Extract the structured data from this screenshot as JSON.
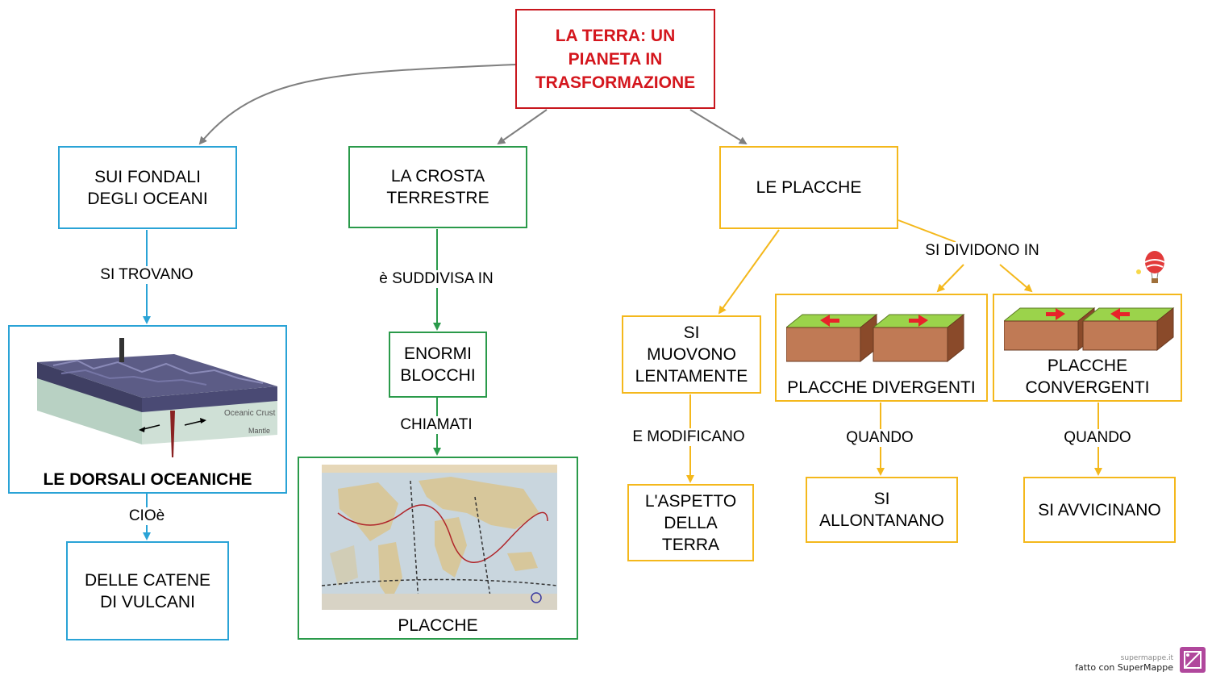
{
  "root": {
    "line1": "LA TERRA: UN",
    "line2": "PIANETA IN",
    "line3": "TRASFORMAZIONE"
  },
  "nodes": {
    "fondali": [
      "SUI FONDALI",
      "DEGLI OCEANI"
    ],
    "dorsali": "LE DORSALI OCEANICHE",
    "catene": [
      "DELLE CATENE",
      "DI VULCANI"
    ],
    "crosta": [
      "LA CROSTA",
      "TERRESTRE"
    ],
    "blocchi": [
      "ENORMI",
      "BLOCCHI"
    ],
    "placche_map": "PLACCHE",
    "placche": "LE PLACCHE",
    "muovono": [
      "SI",
      "MUOVONO",
      "LENTAMENTE"
    ],
    "aspetto": [
      "L'ASPETTO",
      "DELLA",
      "TERRA"
    ],
    "divergenti": "PLACCHE DIVERGENTI",
    "convergenti": [
      "PLACCHE",
      "CONVERGENTI"
    ],
    "allontanano": [
      "SI",
      "ALLONTANANO"
    ],
    "avvicinano": "SI AVVICINANO"
  },
  "links": {
    "si_trovano": "SI TROVANO",
    "cioe": "CIOè",
    "suddivisa": "è SUDDIVISA IN",
    "chiamati": "CHIAMATI",
    "si_dividono": "SI DIVIDONO IN",
    "modificano": "E MODIFICANO",
    "quando_1": "QUANDO",
    "quando_2": "QUANDO"
  },
  "diagram_labels": {
    "oceanic_crust": "Oceanic Crust",
    "mantle": "Mantle"
  },
  "footer": {
    "site": "supermappe.it",
    "made_with": "fatto con SuperMappe"
  },
  "colors": {
    "root_border": "#c8161d",
    "root_text": "#d4161d",
    "blue": "#2aa3d6",
    "green": "#2a9a4a",
    "yellow": "#f4b81c",
    "gray_arrow": "#7f7f7f"
  }
}
